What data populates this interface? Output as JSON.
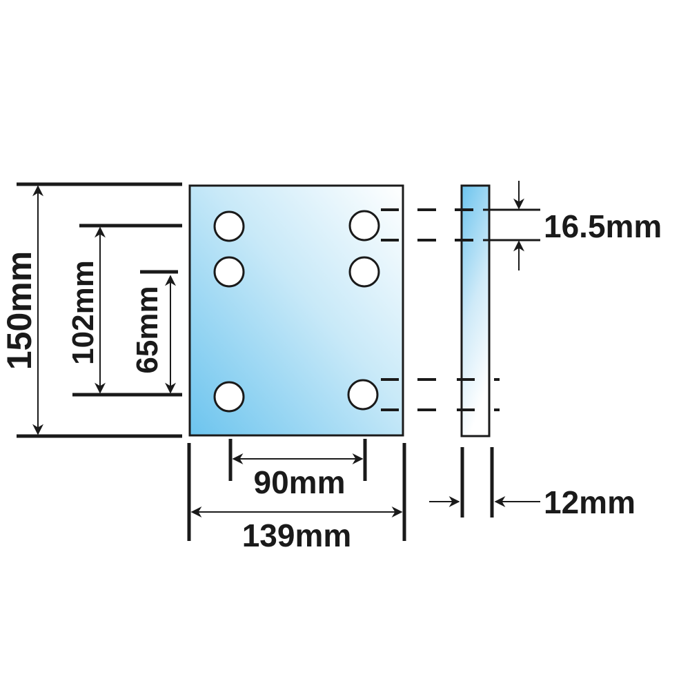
{
  "diagram": {
    "subject": "Mounting plate with 6 holes — front and side view",
    "colors": {
      "plate_light": "#f4fbff",
      "plate_dark": "#6fc6ee",
      "line": "#1a1a1a",
      "hole_fill": "#ffffff"
    },
    "front_view": {
      "holes": 6
    },
    "dimensions": {
      "height_overall": "150mm",
      "height_outer_holes": "102mm",
      "height_inner_holes": "65mm",
      "width_holes": "90mm",
      "width_overall": "139mm",
      "hole_spacing": "16.5mm",
      "thickness": "12mm"
    }
  }
}
